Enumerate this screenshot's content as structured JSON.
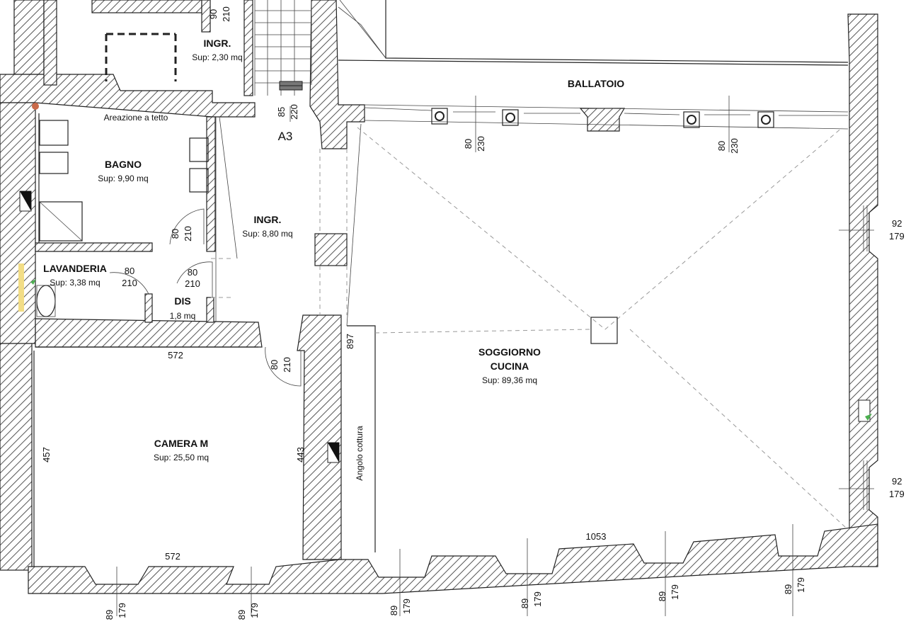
{
  "rooms": {
    "ingr_top": {
      "name": "INGR.",
      "area": "Sup: 2,30 mq"
    },
    "ballatoio": {
      "name": "BALLATOIO"
    },
    "bagno": {
      "name": "BAGNO",
      "area": "Sup: 9,90 mq"
    },
    "ingr": {
      "name": "INGR.",
      "area": "Sup: 8,80 mq"
    },
    "lavanderia": {
      "name": "LAVANDERIA",
      "area": "Sup: 3,38 mq"
    },
    "dis": {
      "name": "DIS",
      "area": "1,8 mq"
    },
    "soggiorno": {
      "name_line1": "SOGGIORNO",
      "name_line2": "CUCINA",
      "area": "Sup: 89,36 mq"
    },
    "camera": {
      "name": "CAMERA M",
      "area": "Sup: 25,50 mq"
    }
  },
  "notes": {
    "areazione": "Areazione a tetto",
    "angolo": "Angolo cottura",
    "stair_label": "A3"
  },
  "dims": {
    "d90": "90",
    "d210": "210",
    "d85": "85",
    "d220": "220",
    "d80": "80",
    "d230": "230",
    "d572": "572",
    "d457": "457",
    "d443": "443",
    "d897": "897",
    "d1053": "1053",
    "d92": "92",
    "d179": "179",
    "d89": "89"
  }
}
